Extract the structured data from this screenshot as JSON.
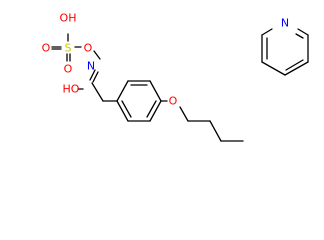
{
  "colors": {
    "bond": "#000000",
    "oxygen": "#ff0000",
    "nitrogen": "#0000ff",
    "sulfur": "#cccc00",
    "background": "#ffffff"
  },
  "labels": {
    "oh_top": "OH",
    "s": "S",
    "o_left": "O",
    "o_bottom": "O",
    "o_bridge": "O",
    "n_oxime": "N",
    "ho": "HO",
    "o_ether": "O",
    "n_pyridine": "N"
  }
}
